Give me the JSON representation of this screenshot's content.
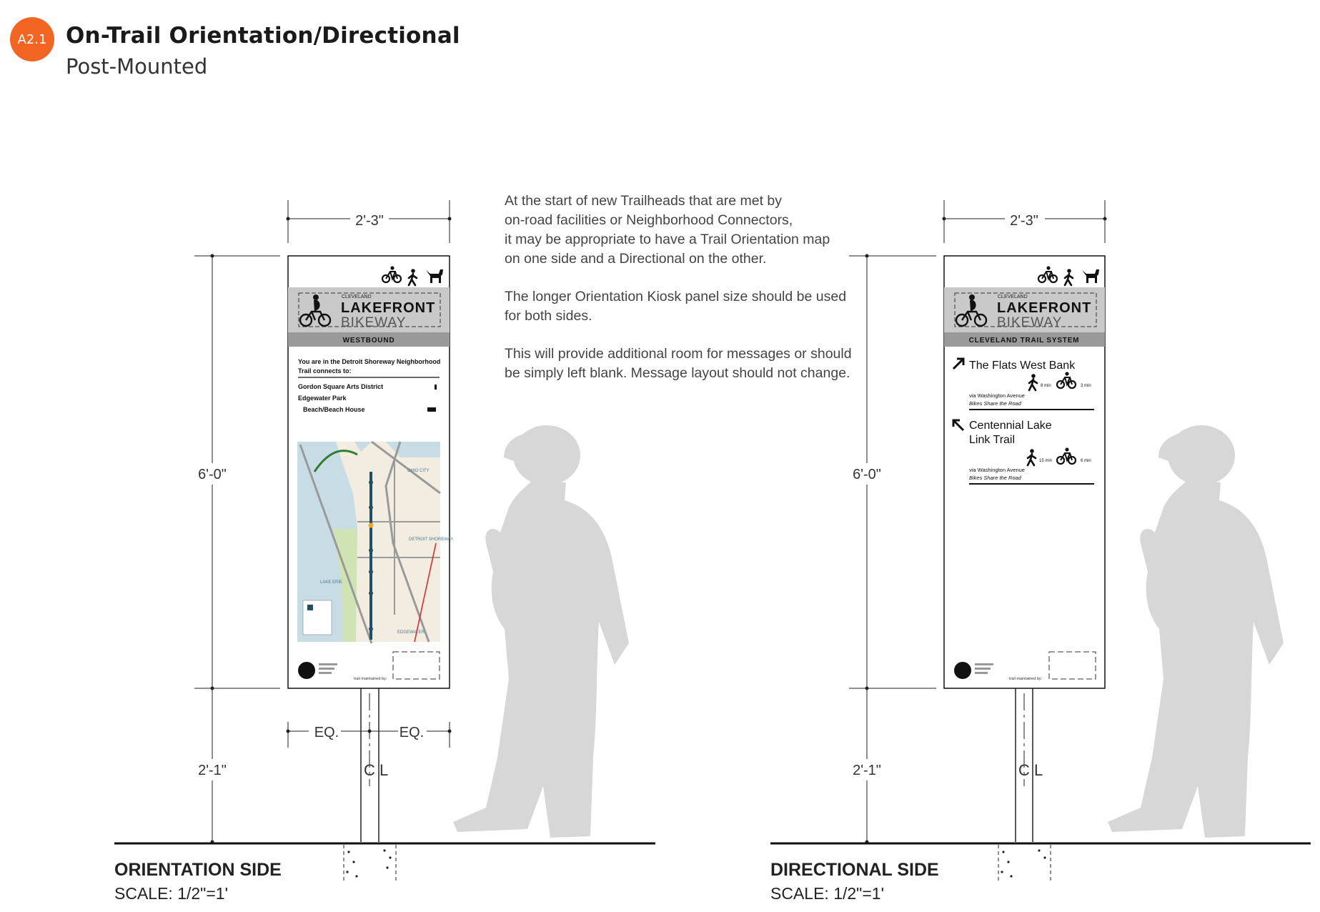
{
  "header": {
    "badge": "A2.1",
    "title": "On-Trail Orientation/Directional",
    "subtitle": "Post-Mounted"
  },
  "note": {
    "p1_lines": [
      "At the start of new Trailheads that are met by",
      "on-road facilities or Neighborhood Connectors,",
      "it may be appropriate to have a Trail Orientation map",
      "on one side and a Directional on the other."
    ],
    "p2_lines": [
      "The longer Orientation Kiosk panel size should be used",
      "for both sides."
    ],
    "p3_lines": [
      "This will provide additional room for messages or should",
      "be simply left blank. Message layout should not change."
    ]
  },
  "dimensions": {
    "width": "2'-3\"",
    "height": "6'-0\"",
    "post_height": "2'-1\"",
    "eq": "EQ.",
    "centerline": "C L"
  },
  "orientation_sign": {
    "logo_top": "CLEVELAND",
    "logo_main": "LAKEFRONT",
    "logo_sub": "BIKEWAY",
    "band": "WESTBOUND",
    "intro_line1": "You are in the Detroit Shoreway Neighborhood",
    "intro_line2": "Trail connects to:",
    "destinations": [
      "Gordon Square Arts District",
      "Edgewater Park",
      "Beach/Beach House"
    ],
    "map_labels": [
      "LAKE ERIE",
      "OHIO CITY",
      "DETROIT SHOREWAY",
      "EDGEWATER"
    ],
    "footer_text": "trail maintained by:"
  },
  "directional_sign": {
    "logo_top": "CLEVELAND",
    "logo_main": "LAKEFRONT",
    "logo_sub": "BIKEWAY",
    "band": "CLEVELAND TRAIL SYSTEM",
    "dest1": {
      "name": "The Flats West Bank",
      "walk": "8 min",
      "bike": "3 min",
      "via": "via Washington Avenue",
      "note": "Bikes Share the Road"
    },
    "dest2": {
      "name_line1": "Centennial Lake",
      "name_line2": "Link Trail",
      "walk": "15 min",
      "bike": "6 min",
      "via": "via Washington Avenue",
      "note": "Bikes Share the Road"
    },
    "footer_text": "trail maintained by:"
  },
  "captions": {
    "orientation_title": "ORIENTATION SIDE",
    "orientation_scale": "SCALE: 1/2\"=1'",
    "directional_title": "DIRECTIONAL SIDE",
    "directional_scale": "SCALE: 1/2\"=1'"
  },
  "colors": {
    "accent": "#f26522",
    "silhouette": "#d7d7d7",
    "logo_band": "#c9c9c9",
    "band": "#9a9a9a",
    "map_water": "#c8dce6",
    "map_land": "#f3ece0",
    "map_park": "#cfe3b4",
    "trail": "#1f4f6b"
  }
}
